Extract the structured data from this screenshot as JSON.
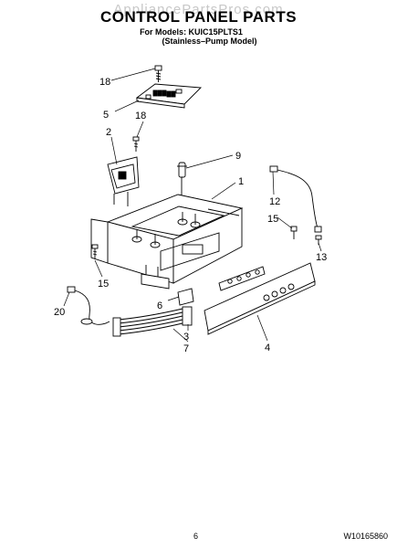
{
  "watermark": "AppliancePartsPros.com",
  "title": "CONTROL PANEL PARTS",
  "models_line": "For Models: KUIC15PLTS1",
  "model_desc": "(Stainless–Pump Model)",
  "page_number": "6",
  "doc_number": "W10165860",
  "callouts": {
    "c18a": "18",
    "c5": "5",
    "c18b": "18",
    "c2": "2",
    "c9": "9",
    "c1": "1",
    "c12": "12",
    "c15a": "15",
    "c13": "13",
    "c15b": "15",
    "c20": "20",
    "c6": "6",
    "c3": "3",
    "c7": "7",
    "c4": "4"
  }
}
